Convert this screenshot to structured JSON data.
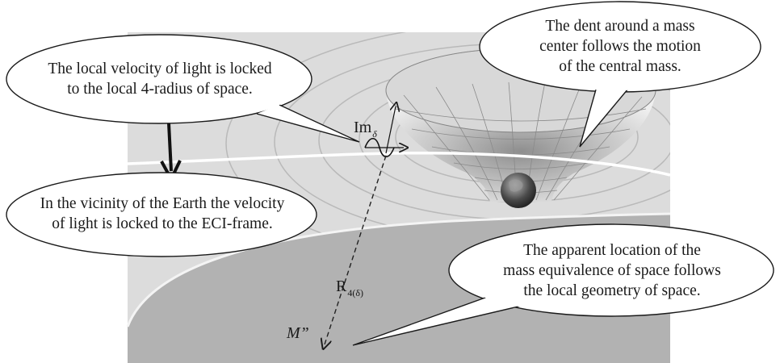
{
  "callouts": {
    "velocity_4radius": "The local velocity of light is locked\nto the local 4-radius of space.",
    "earth_vicinity": "In the vicinity of the Earth the velocity\nof light is locked to the ECI-frame.",
    "dent_motion": "The dent around a mass\ncenter follows the motion\nof the central mass.",
    "apparent_location": "The apparent location of the\nmass equivalence of space follows\nthe local geometry of space."
  },
  "labels": {
    "im": "Im",
    "im_sub": "δ",
    "r4": "R",
    "r4_sub": "4(δ)",
    "mass_point": "M”"
  },
  "colors": {
    "background_plane": "#dcdcdc",
    "lower_surface": "#b2b2b2",
    "bubble_fill": "#ffffff",
    "bubble_stroke": "#1a1a1a",
    "light_path": "#ffffff"
  }
}
